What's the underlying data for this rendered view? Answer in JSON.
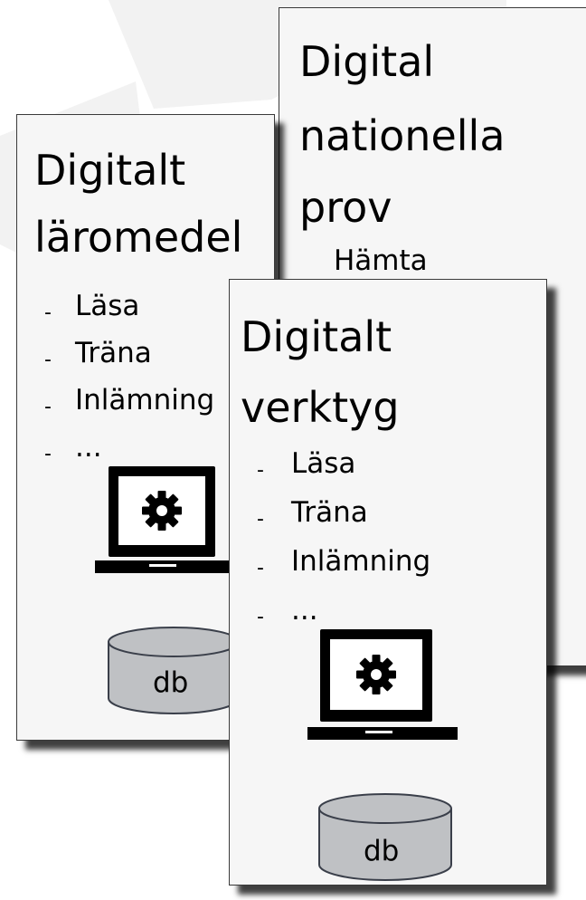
{
  "background": {
    "watermark": "gear-icon",
    "watermark_color": "#f2f2f2"
  },
  "cards": {
    "prov": {
      "title_lines": [
        "Digital",
        "nationella",
        "prov"
      ],
      "items": [
        "Hämta"
      ]
    },
    "laromedel": {
      "title_lines": [
        "Digitalt",
        "läromedel"
      ],
      "items": [
        "Läsa",
        "Träna",
        "Inlämning",
        "..."
      ],
      "db_label": "db",
      "icons": [
        "laptop-gear-icon",
        "database-icon"
      ]
    },
    "verktyg": {
      "title_lines": [
        "Digitalt",
        "verktyg"
      ],
      "items": [
        "Läsa",
        "Träna",
        "Inlämning",
        "..."
      ],
      "db_label": "db",
      "icons": [
        "laptop-gear-icon",
        "database-icon"
      ]
    }
  },
  "colors": {
    "card_bg": "#f6f6f6",
    "db_fill": "#bfc1c4",
    "shadow": "#1a1a1a"
  }
}
